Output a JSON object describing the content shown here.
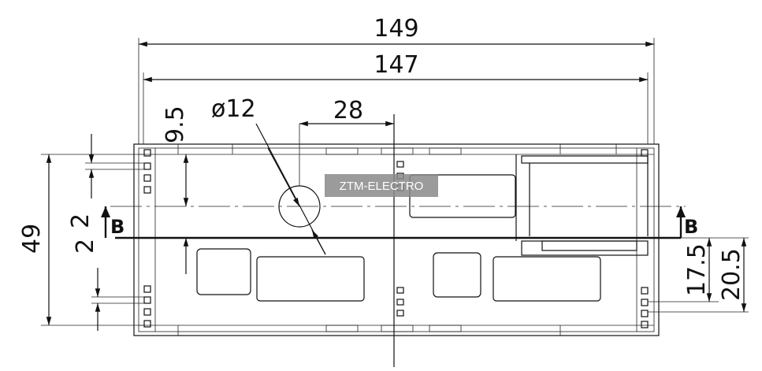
{
  "dimensions": {
    "overall_outer_width": "149",
    "overall_inner_width": "147",
    "top_offset": "9.5",
    "hole_diameter": "ø12",
    "hole_offset": "28",
    "height": "49",
    "gap_upper": "2",
    "gap_lower": "2",
    "right_lower": "17.5",
    "right_upper": "20.5"
  },
  "section": {
    "left_marker": "B",
    "right_marker": "B"
  },
  "watermark": {
    "text": "ZTM-ELECTRO",
    "background": "#8a8a8a"
  },
  "colors": {
    "line": "#111111",
    "background": "#ffffff"
  }
}
